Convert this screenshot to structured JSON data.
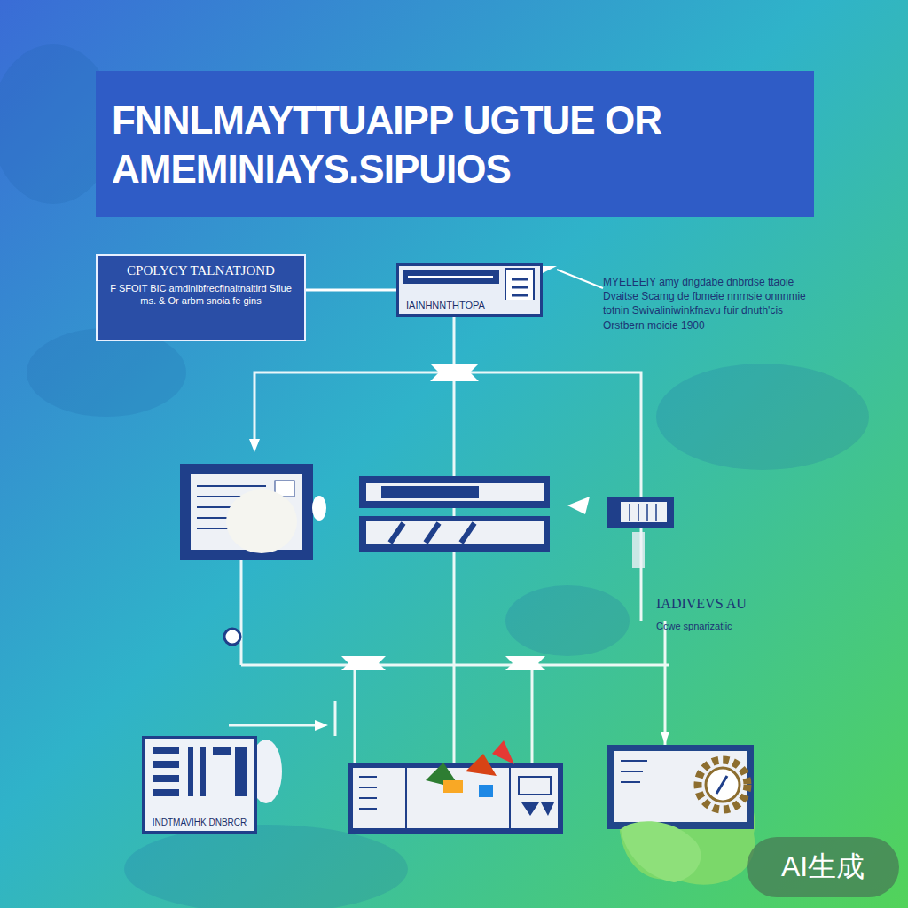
{
  "diagram": {
    "title": "FNNLMAYTTUAIPP UGTUE OR AMEMINIAYS.SIPUIOS",
    "nodes": [
      {
        "text": [
          "CPOLYCY TALNATJOND",
          "F SFOIT BIC amdinibfrecfinaitnaitird Sfiue ms. & Or arbm snoia fe gins"
        ]
      },
      {
        "text": [
          "IAINHNNTHTOPA"
        ]
      },
      {
        "text": [
          "INDTMAVIHK DNBRCR"
        ]
      }
    ],
    "edges": [
      {
        "from": 0,
        "to": 1,
        "arrow": "none"
      }
    ],
    "labels": [
      "MYELEEIY amy dngdabe dnbrdse ttaoie Dvaitse Scamg de fbmeie nnrnsie onnnmie totnin Swivaliniwinkfnavu fuir dnuth'cis Orstbern moicie 1900",
      "IADIVEVS AU",
      "Ccwe spnarizatiic",
      "AI生成"
    ]
  }
}
